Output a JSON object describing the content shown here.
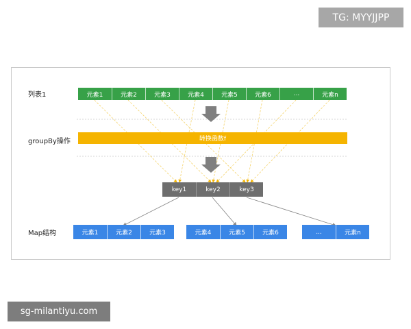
{
  "badges": {
    "top_right": "TG: MYYJJPP",
    "bottom_left": "sg-milantiyu.com"
  },
  "labels": {
    "list": "列表1",
    "op": "groupBy操作",
    "map": "Map结构"
  },
  "list_cells": [
    "元素1",
    "元素2",
    "元素3",
    "元素4",
    "元素5",
    "元素6",
    "...",
    "元素n"
  ],
  "transform_label": "转换函数f",
  "keys": [
    "key1",
    "key2",
    "key3"
  ],
  "map_groups": [
    [
      "元素1",
      "元素2",
      "元素3"
    ],
    [
      "元素4",
      "元素5",
      "元素6"
    ],
    [
      "...",
      "元素n"
    ]
  ],
  "colors": {
    "list": "#37a148",
    "transform": "#f5b400",
    "keys": "#6e6e6e",
    "map": "#3a86e6",
    "arrow": "#8a8a8a"
  }
}
